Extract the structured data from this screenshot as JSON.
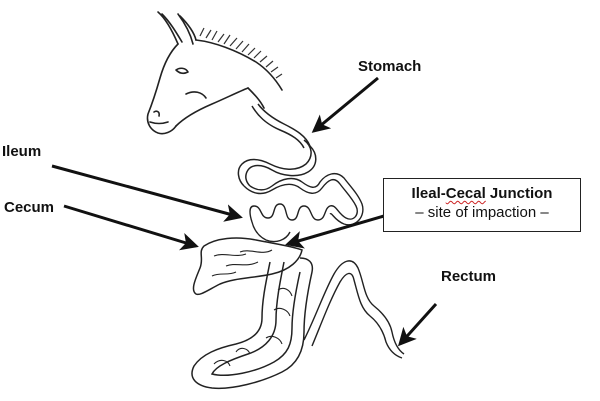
{
  "labels": {
    "stomach": "Stomach",
    "ileum": "Ileum",
    "cecum": "Cecum",
    "rectum": "Rectum"
  },
  "callout": {
    "title_prefix": "Ileal-",
    "title_underlined": "Cecal",
    "title_suffix": " Junction",
    "subtitle": "– site of impaction –"
  },
  "colors": {
    "ink": "#111111",
    "background": "#ffffff",
    "spellcheck_underline": "#cc2222"
  },
  "icons": [
    "horse-head-icon",
    "arrow-icon"
  ]
}
